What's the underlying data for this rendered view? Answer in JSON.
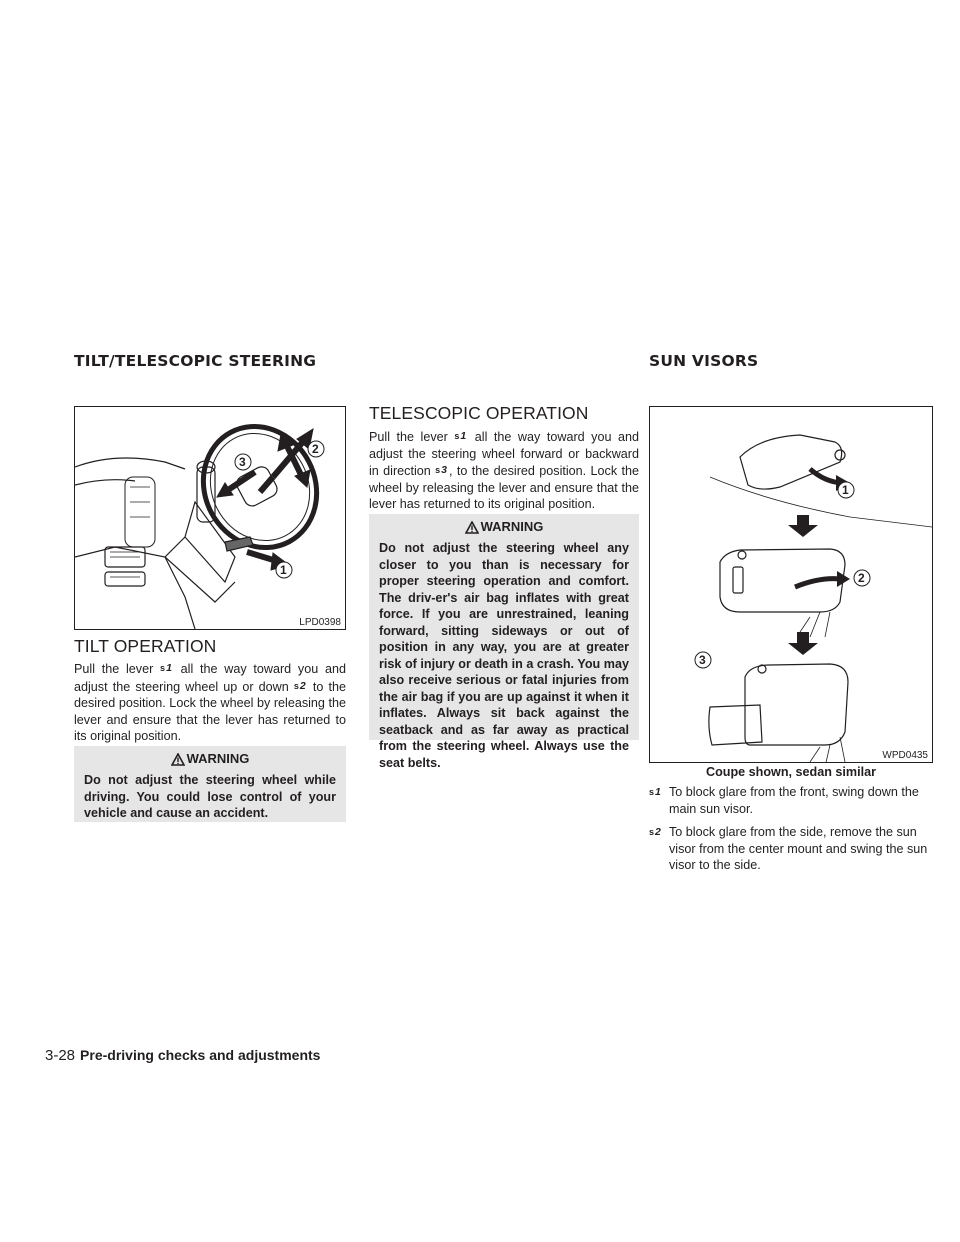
{
  "sections": {
    "left_heading": "TILT/TELESCOPIC STEERING",
    "right_heading": "SUN VISORS"
  },
  "figure1": {
    "code": "LPD0398",
    "callouts": [
      "1",
      "2",
      "3"
    ]
  },
  "tilt": {
    "title": "TILT OPERATION",
    "p1": "Pull the lever",
    "p2": "all the way toward you and adjust the steering wheel up or down",
    "p3": "to the desired position. Lock the wheel by releasing the lever and ensure that the lever has returned to its original position.",
    "warning_label": "WARNING",
    "warning_text": "Do not adjust the steering wheel while driving. You could lose control of your vehicle and cause an accident."
  },
  "telescopic": {
    "title": "TELESCOPIC OPERATION",
    "p1": "Pull the lever",
    "p2": "all the way toward you and adjust the steering wheel forward or backward in direction",
    "p3": ", to the desired position. Lock the wheel by releasing the lever and ensure that the lever has returned to its original position.",
    "warning_label": "WARNING",
    "warning_text": "Do not adjust the steering wheel any closer to you than is necessary for proper steering operation and comfort. The driv-er's air bag inflates with great force. If you are unrestrained, leaning forward, sitting sideways or out of position in any way, you are at greater risk of injury or death in a crash. You may also receive serious or fatal injuries from the air bag if you are up against it when it inflates. Always sit back against the seatback and as far away as practical from the steering wheel. Always use the seat belts."
  },
  "figure2": {
    "code": "WPD0435",
    "caption": "Coupe shown, sedan similar",
    "callouts": [
      "1",
      "2",
      "3"
    ]
  },
  "sunvisor": {
    "items": [
      {
        "num": "1",
        "text": "To block glare from the front, swing down the main sun visor."
      },
      {
        "num": "2",
        "text": "To block glare from the side, remove the sun visor from the center mount and swing the sun visor to the side."
      }
    ]
  },
  "markers": {
    "one": "1",
    "two": "2",
    "three": "3"
  },
  "footer": {
    "page": "3-28",
    "chapter": "Pre-driving checks and adjustments"
  }
}
